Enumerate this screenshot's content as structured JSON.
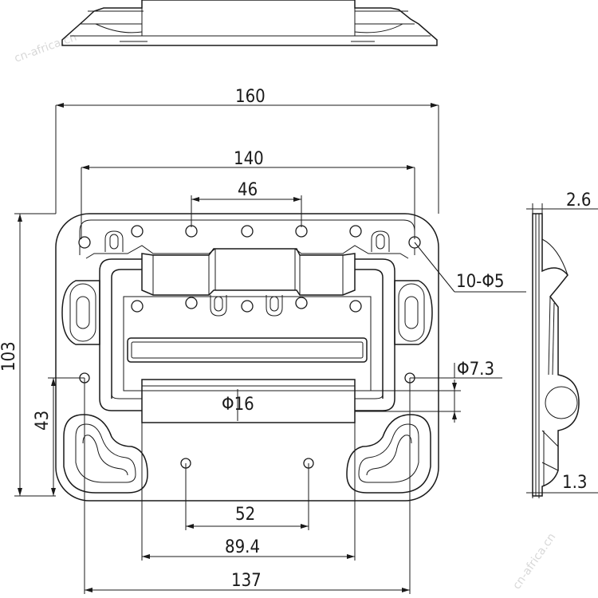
{
  "drawing": {
    "dimensions": {
      "overall_width": "160",
      "hole_span_outer": "140",
      "hole_span_inner": "46",
      "overall_height": "103",
      "lower_height": "43",
      "slot_holes": "10-Φ5",
      "corner_hole": "Φ7.3",
      "bar_diameter": "Φ16",
      "bottom_hole_span": "52",
      "handle_width": "89.4",
      "corner_hole_span": "137",
      "thickness_top": "2.6",
      "thickness_bottom": "1.3"
    },
    "watermark": {
      "left": "cn-africa.cn",
      "right": "cn-africa.cn"
    }
  }
}
